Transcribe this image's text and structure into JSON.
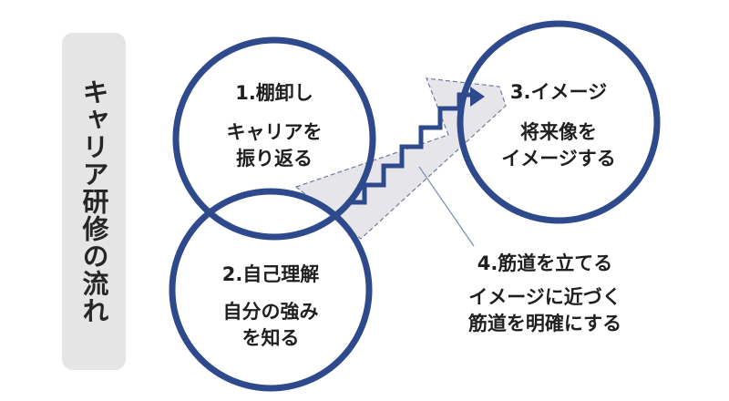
{
  "side_title": "キャリア研修の流れ",
  "steps": [
    {
      "title": "1.棚卸し",
      "body": [
        "キャリアを",
        "振り返る"
      ]
    },
    {
      "title": "2.自己理解",
      "body": [
        "自分の強み",
        "を知る"
      ]
    },
    {
      "title": "3.イメージ",
      "body": [
        "将来像を",
        "イメージする"
      ]
    },
    {
      "title": "4.筋道を立てる",
      "body": [
        "イメージに近づく",
        "筋道を明確にする"
      ]
    }
  ],
  "colors": {
    "circle": "#2e4a8c",
    "panel": "#e5e5e5",
    "arrow_fill": "#e6e6ea",
    "text": "#1f1f1f"
  }
}
